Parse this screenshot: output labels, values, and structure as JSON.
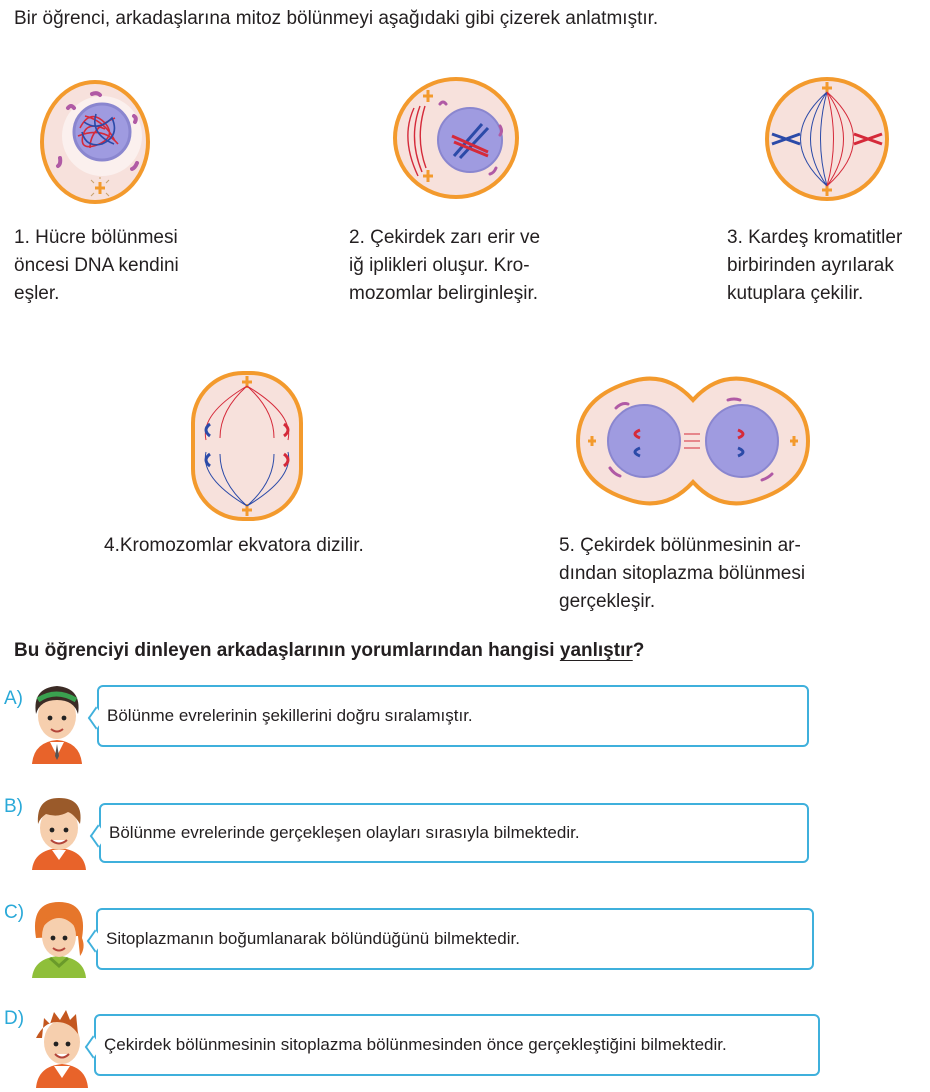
{
  "intro": "Bir öğrenci, arkadaşlarına mitoz bölünmeyi aşağıdaki gibi çizerek anlatmıştır.",
  "stages": [
    {
      "lines": [
        "1. Hücre bölünmesi",
        "öncesi DNA kendini",
        "eşler."
      ]
    },
    {
      "lines": [
        "2. Çekirdek zarı erir ve",
        "iğ iplikleri oluşur. Kro-",
        "mozomlar belirginleşir."
      ]
    },
    {
      "lines": [
        "3. Kardeş kromatitler",
        "birbirinden ayrılarak",
        "kutuplara çekilir."
      ]
    },
    {
      "lines": [
        "4.Kromozomlar ekvatora dizilir."
      ]
    },
    {
      "lines": [
        "5. Çekirdek bölünmesinin ar-",
        "dından sitoplazma bölünmesi",
        "gerçekleşir."
      ]
    }
  ],
  "question": {
    "prefix": "Bu öğrenciyi dinleyen arkadaşlarının yorumlarından hangisi ",
    "emphasis": "yanlıştır",
    "suffix": "?"
  },
  "options": [
    {
      "letter": "A)",
      "text": "Bölünme evrelerinin şekillerini doğru sıralamıştır."
    },
    {
      "letter": "B)",
      "text": "Bölünme evrelerinde gerçekleşen olayları sırasıyla bilmektedir."
    },
    {
      "letter": "C)",
      "text": "Sitoplazmanın boğumlanarak bölündüğünü bilmektedir."
    },
    {
      "letter": "D)",
      "text": "Çekirdek bölünmesinin sitoplazma bölünmesinden önce gerçekleştiğini bilmektedir."
    }
  ],
  "colors": {
    "cell_border": "#f39a2d",
    "cell_fill": "#f7e1dc",
    "nucleus": "#8a86cf",
    "chrom_red": "#d52a3a",
    "chrom_blue": "#2b4aa8",
    "accent": "#2aa9d8"
  }
}
